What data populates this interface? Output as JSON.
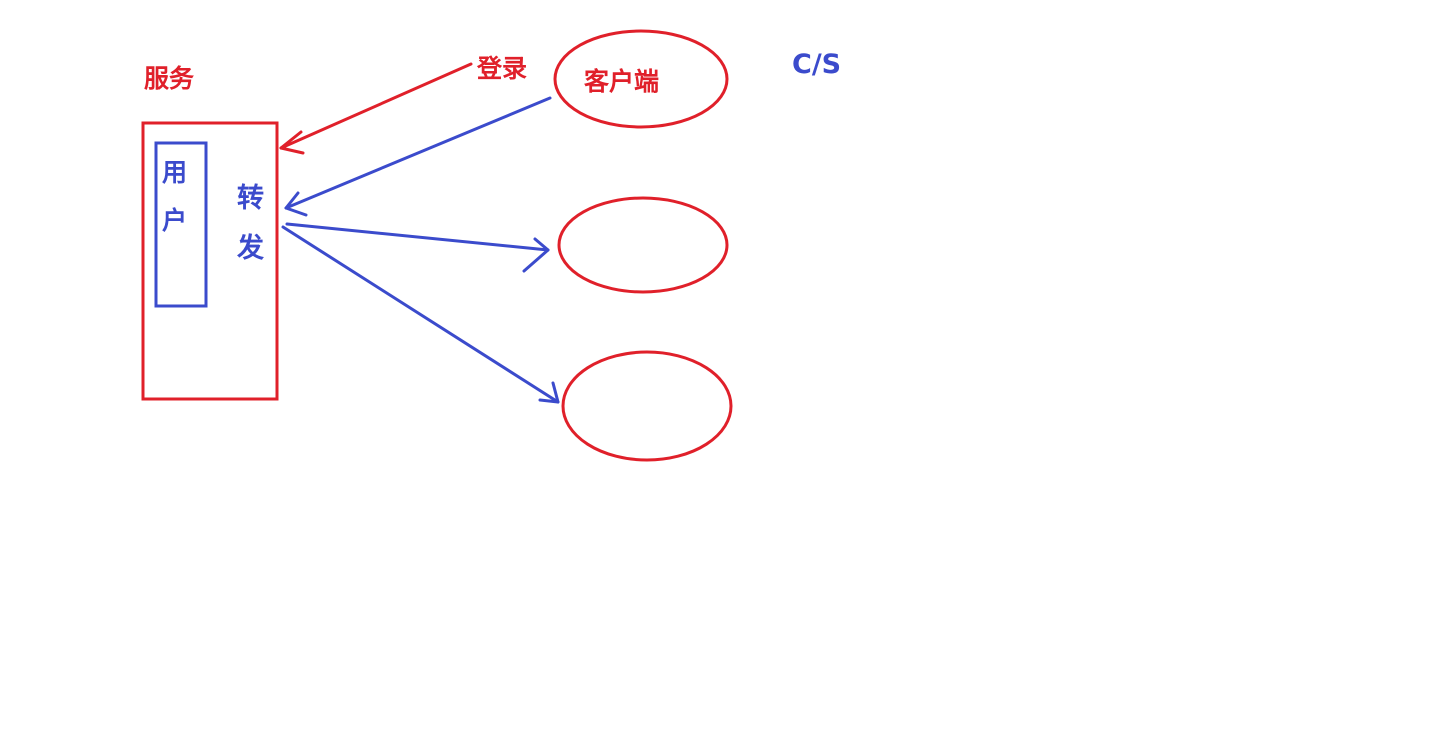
{
  "labels": {
    "service": "服务",
    "login": "登录",
    "client": "客户端",
    "cs": "C/S",
    "user_1": "用",
    "user_2": "户",
    "forward_1": "转",
    "forward_2": "发"
  },
  "colors": {
    "red": "#e0202a",
    "blue": "#3b4bcc",
    "background": "#ffffff"
  }
}
